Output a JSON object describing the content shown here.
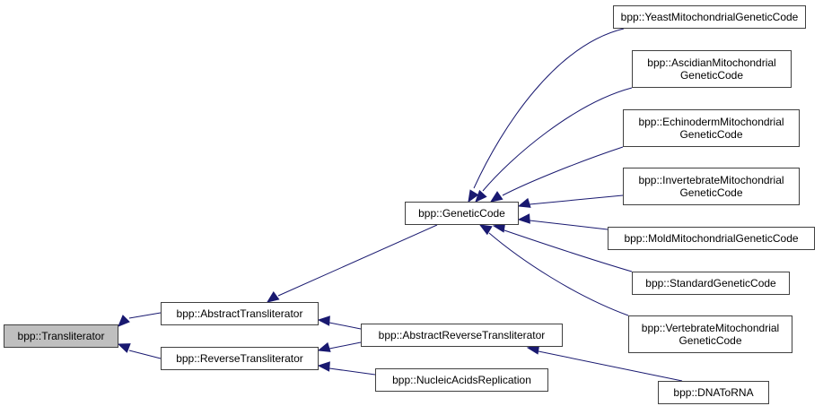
{
  "diagram": {
    "type": "inheritance-graph",
    "colors": {
      "edge": "#191970",
      "node_border": "#404040",
      "current_node_fill": "#bfbfbf",
      "node_fill": "#ffffff"
    },
    "nodes": [
      {
        "id": "transliterator",
        "label": "bpp::Transliterator",
        "current": true
      },
      {
        "id": "abstract-transliterator",
        "label": "bpp::AbstractTransliterator"
      },
      {
        "id": "reverse-transliterator",
        "label": "bpp::ReverseTransliterator"
      },
      {
        "id": "genetic-code",
        "label": "bpp::GeneticCode"
      },
      {
        "id": "abstract-reverse-transliterator",
        "label": "bpp::AbstractReverseTransliterator"
      },
      {
        "id": "nucleic-acids-replication",
        "label": "bpp::NucleicAcidsReplication"
      },
      {
        "id": "yeast-mito",
        "label": "bpp::YeastMitochondrialGeneticCode"
      },
      {
        "id": "ascidian-mito",
        "label": "bpp::AscidianMitochondrial\nGeneticCode"
      },
      {
        "id": "echinoderm-mito",
        "label": "bpp::EchinodermMitochondrial\nGeneticCode"
      },
      {
        "id": "invertebrate-mito",
        "label": "bpp::InvertebrateMitochondrial\nGeneticCode"
      },
      {
        "id": "mold-mito",
        "label": "bpp::MoldMitochondrialGeneticCode"
      },
      {
        "id": "standard",
        "label": "bpp::StandardGeneticCode"
      },
      {
        "id": "vertebrate-mito",
        "label": "bpp::VertebrateMitochondrial\nGeneticCode"
      },
      {
        "id": "dna-to-rna",
        "label": "bpp::DNAToRNA"
      }
    ],
    "edges": [
      {
        "from": "abstract-transliterator",
        "to": "transliterator"
      },
      {
        "from": "reverse-transliterator",
        "to": "transliterator"
      },
      {
        "from": "genetic-code",
        "to": "abstract-transliterator"
      },
      {
        "from": "abstract-reverse-transliterator",
        "to": "abstract-transliterator"
      },
      {
        "from": "abstract-reverse-transliterator",
        "to": "reverse-transliterator"
      },
      {
        "from": "nucleic-acids-replication",
        "to": "reverse-transliterator"
      },
      {
        "from": "yeast-mito",
        "to": "genetic-code"
      },
      {
        "from": "ascidian-mito",
        "to": "genetic-code"
      },
      {
        "from": "echinoderm-mito",
        "to": "genetic-code"
      },
      {
        "from": "invertebrate-mito",
        "to": "genetic-code"
      },
      {
        "from": "mold-mito",
        "to": "genetic-code"
      },
      {
        "from": "standard",
        "to": "genetic-code"
      },
      {
        "from": "vertebrate-mito",
        "to": "genetic-code"
      },
      {
        "from": "dna-to-rna",
        "to": "abstract-reverse-transliterator"
      }
    ]
  }
}
